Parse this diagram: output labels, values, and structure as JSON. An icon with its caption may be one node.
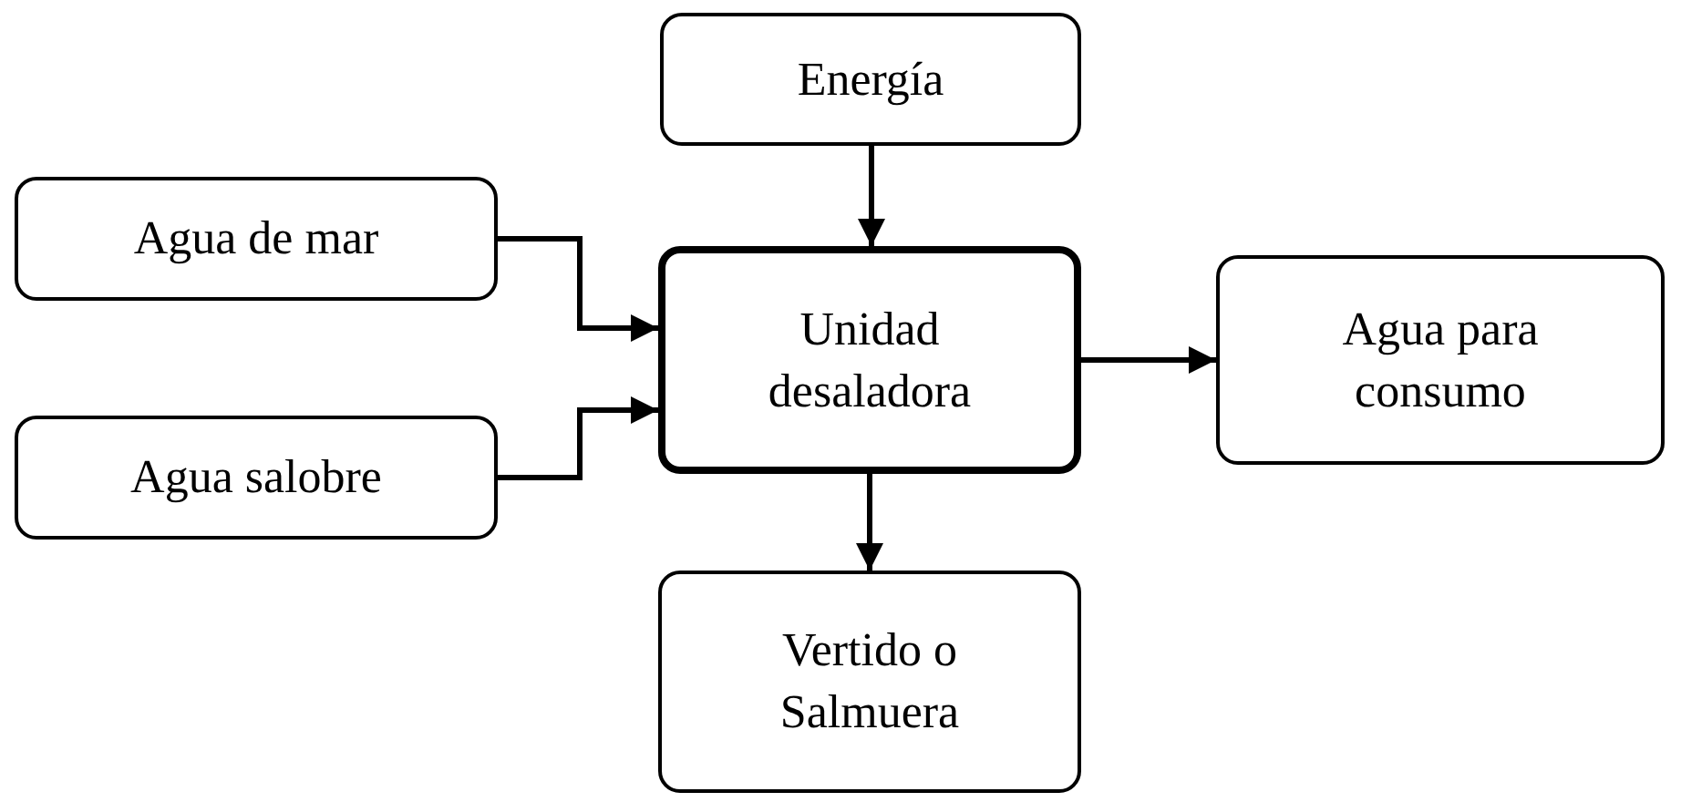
{
  "diagram": {
    "nodes": [
      {
        "text": [
          "Energía"
        ]
      },
      {
        "text": [
          "Agua de mar"
        ]
      },
      {
        "text": [
          "Unidad desaladora"
        ]
      },
      {
        "text": [
          "Agua para consumo"
        ]
      },
      {
        "text": [
          "Agua salobre"
        ]
      },
      {
        "text": [
          "Vertido o Salmuera"
        ]
      }
    ],
    "edges": [
      {
        "from": 0,
        "to": 2,
        "arrow": "to"
      },
      {
        "from": 1,
        "to": 2,
        "arrow": "to"
      },
      {
        "from": 4,
        "to": 2,
        "arrow": "to"
      },
      {
        "from": 2,
        "to": 3,
        "arrow": "to"
      },
      {
        "from": 2,
        "to": 5,
        "arrow": "to"
      }
    ]
  }
}
